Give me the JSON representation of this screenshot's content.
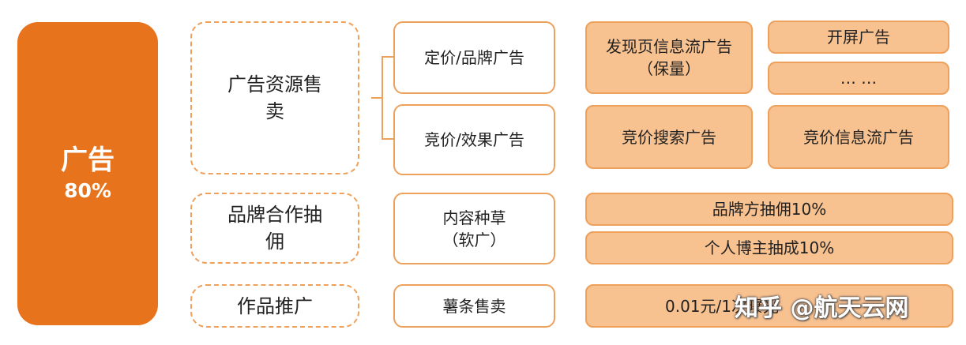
{
  "main": {
    "title": "广告",
    "percent": "80%"
  },
  "categories": [
    {
      "label": "广告资源售卖"
    },
    {
      "label": "品牌合作抽佣"
    },
    {
      "label": "作品推广"
    }
  ],
  "types": [
    {
      "label": "定价/品牌广告"
    },
    {
      "label": "竞价/效果广告"
    },
    {
      "label": "内容种草（软广）"
    },
    {
      "label": "薯条售卖"
    }
  ],
  "items": {
    "feed_ad": "发现页信息流广告（保量）",
    "splash_ad": "开屏广告",
    "more": "… …",
    "search_ad": "竞价搜索广告",
    "bid_feed_ad": "竞价信息流广告",
    "brand_commission": "品牌方抽佣10%",
    "blogger_commission": "个人博主抽成10%",
    "shutiao_price": "0.01元/1次曝光"
  },
  "watermark": "知乎 @航天云网",
  "colors": {
    "accent": "#e7731d",
    "border": "#eda15d",
    "fill": "#f8c190"
  }
}
